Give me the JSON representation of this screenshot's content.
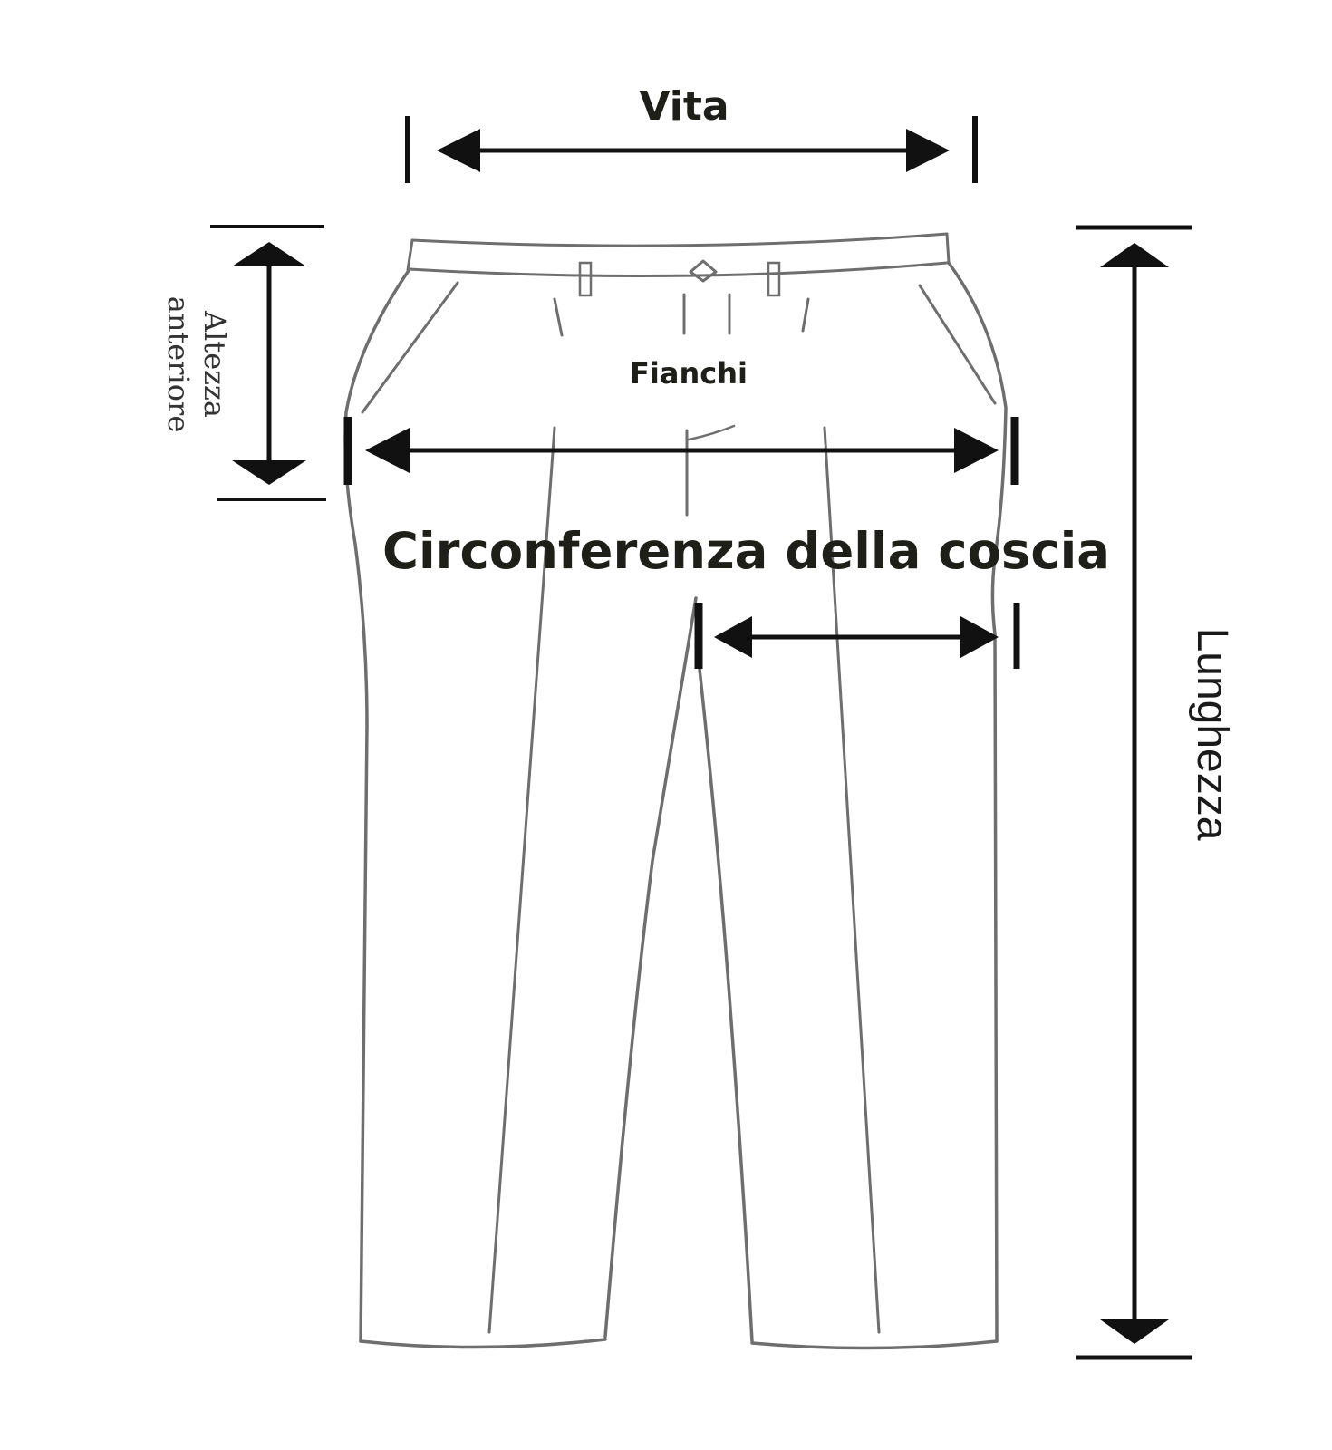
{
  "labels": {
    "waist": "Vita",
    "front_rise": "Altezza anteriore",
    "front_rise_line1": "Altezza",
    "front_rise_line2": "anteriore",
    "hips": "Fianchi",
    "thigh": "Circonferenza della coscia",
    "length": "Lunghezza"
  },
  "colors": {
    "background": "#ffffff",
    "drawing": "#6e6e6e",
    "measure_lines": "#111111",
    "label_text": "#1f1f1a"
  }
}
